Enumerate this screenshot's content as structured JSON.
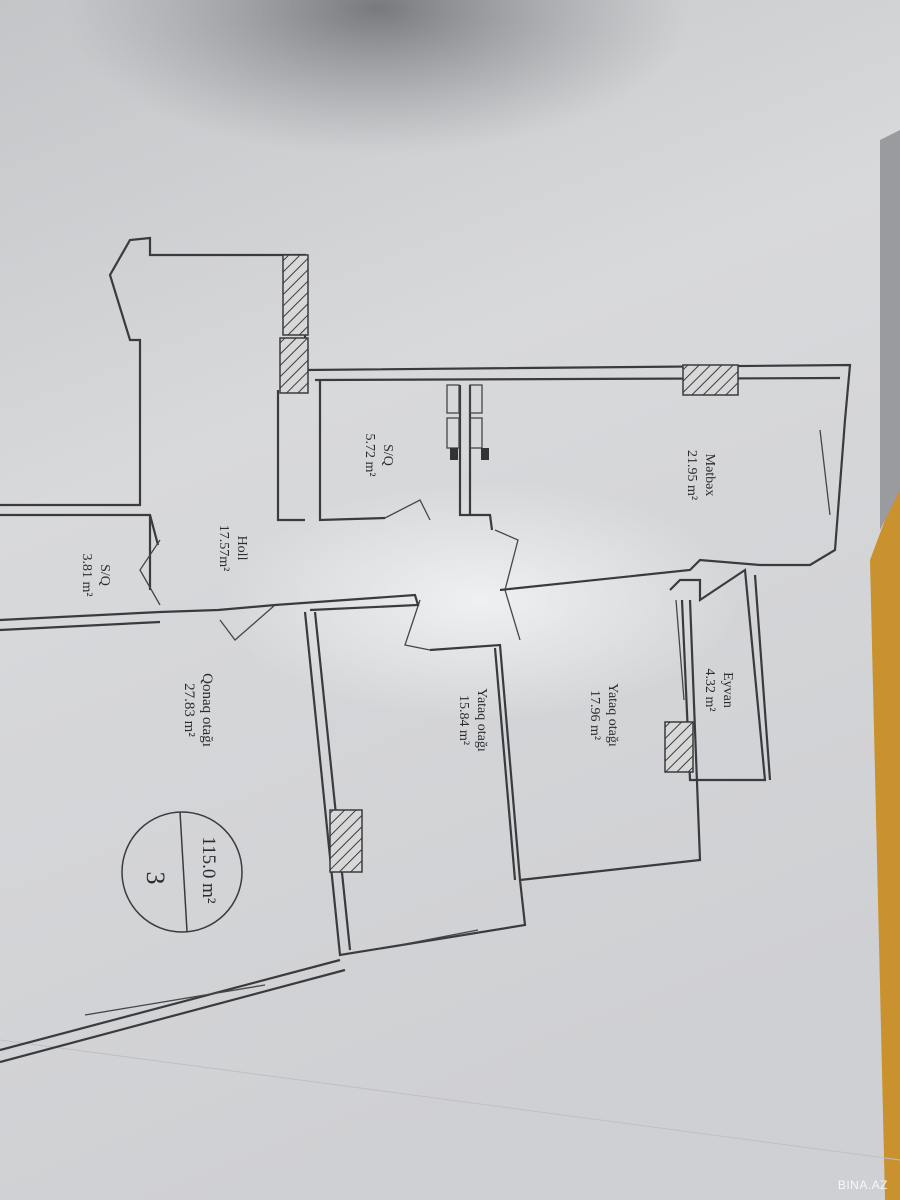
{
  "plan": {
    "rooms": [
      {
        "id": "sq-small",
        "name": "S/Q",
        "area": "3.81 m²"
      },
      {
        "id": "holl",
        "name": "Holl",
        "area": "17.57m²"
      },
      {
        "id": "sq",
        "name": "S/Q",
        "area": "5.72 m²"
      },
      {
        "id": "metbex",
        "name": "Mətbəx",
        "area": "21.95 m²"
      },
      {
        "id": "qonaq",
        "name": "Qonaq otağı",
        "area": "27.83 m²"
      },
      {
        "id": "yataq1",
        "name": "Yataq otağı",
        "area": "15.84 m²"
      },
      {
        "id": "yataq2",
        "name": "Yataq otağı",
        "area": "17.96 m²"
      },
      {
        "id": "eyvan",
        "name": "Eyvan",
        "area": "4.32 m²"
      }
    ],
    "badge": {
      "total_area": "115.0 m²",
      "rooms_count": "3"
    }
  },
  "watermark": "BINA.AZ",
  "colors": {
    "paper": "#dcdddf",
    "shadow": "#8d8e92",
    "wood": "#c9922e",
    "ink": "#3a3b3e"
  }
}
